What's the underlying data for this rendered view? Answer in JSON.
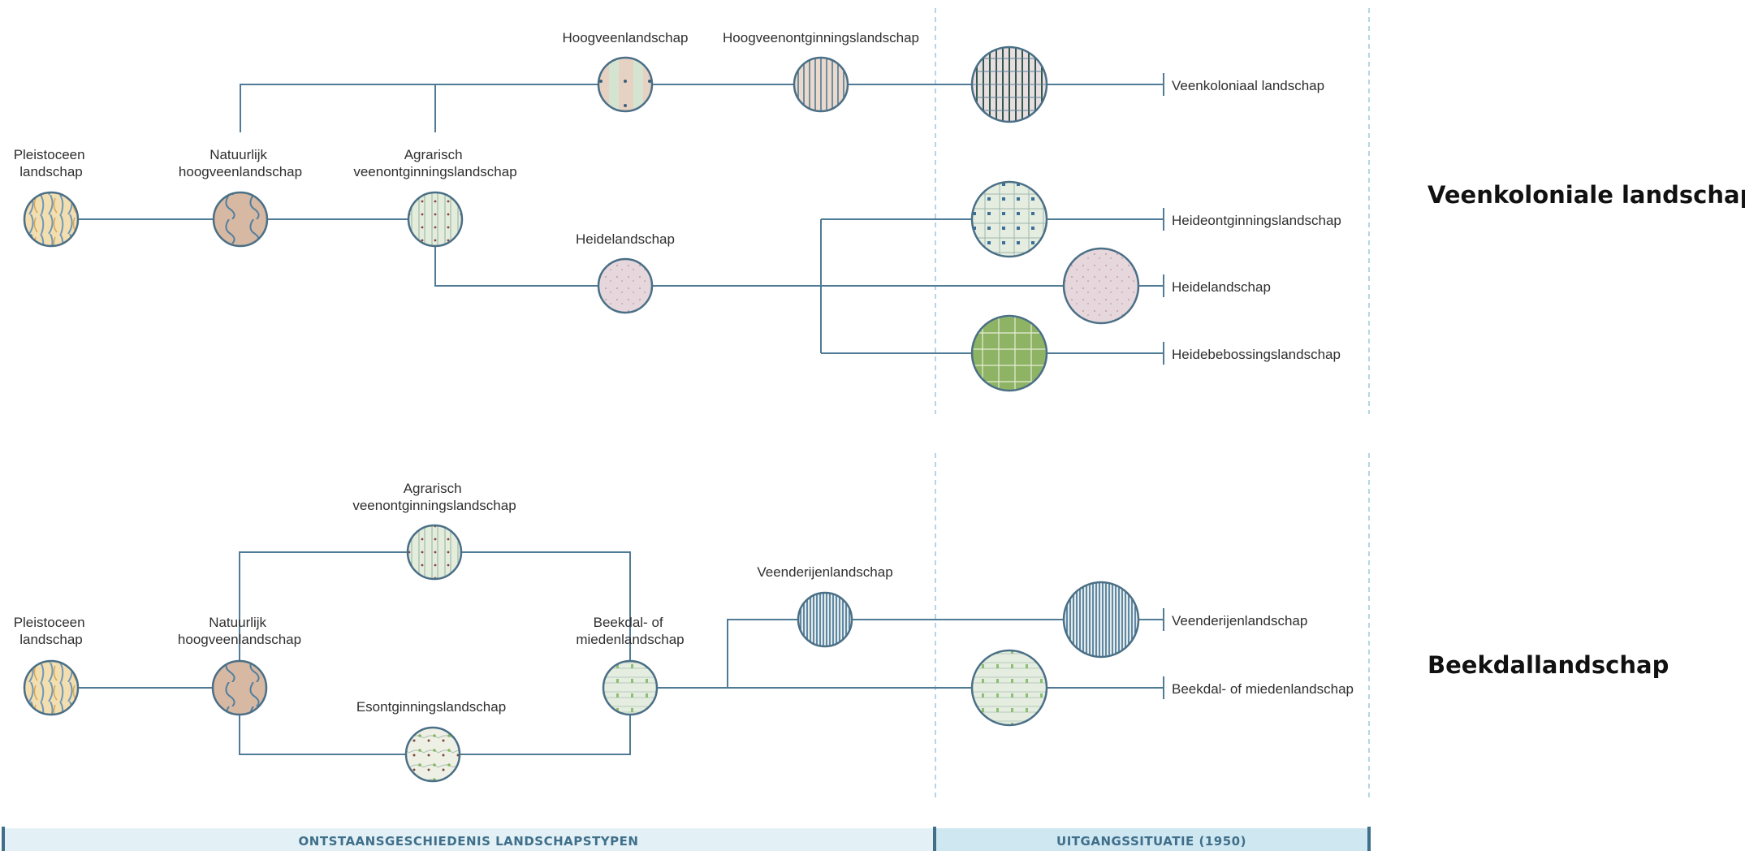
{
  "colors": {
    "line": "#4f7b96",
    "node_stroke": "#4a6f86",
    "divider": "#9cc8e0",
    "band_fill": "#e3f1f7",
    "band_edge": "#3f6f8a"
  },
  "veenkoloniale": {
    "title": "Veenkoloniale landschap",
    "pleistoceen": [
      "Pleistoceen",
      "landschap"
    ],
    "natuurlijk": [
      "Natuurlijk",
      "hoogveenlandschap"
    ],
    "agrarisch": [
      "Agrarisch",
      "veenontginningslandschap"
    ],
    "hoogveen": "Hoogveenlandschap",
    "hoogveenontginning": "Hoogveenontginningslandschap",
    "heide": "Heidelandschap",
    "end_veenkoloniaal": "Veenkoloniaal landschap",
    "end_heideontginning": "Heideontginningslandschap",
    "end_heide": "Heidelandschap",
    "end_heidebebossing": "Heidebebossingslandschap"
  },
  "beekdal": {
    "title": "Beekdallandschap",
    "pleistoceen": [
      "Pleistoceen",
      "landschap"
    ],
    "natuurlijk": [
      "Natuurlijk",
      "hoogveenlandschap"
    ],
    "agrarisch": [
      "Agrarisch",
      "veenontginningslandschap"
    ],
    "esontginning": "Esontginningslandschap",
    "beekdal": [
      "Beekdal- of",
      "miedenlandschap"
    ],
    "veenderijen": "Veenderijenlandschap",
    "end_veenderijen": "Veenderijenlandschap",
    "end_beekdal": "Beekdal- of miedenlandschap"
  },
  "bands": {
    "history": "ONTSTAANSGESCHIEDENIS LANDSCHAPSTYPEN",
    "start": "UITGANGSSITUATIE (1950)"
  }
}
